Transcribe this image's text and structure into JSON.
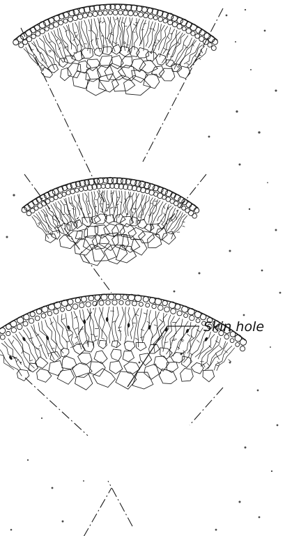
{
  "diagram": {
    "ink_color": "#1a1a1a",
    "background": "#ffffff",
    "sections": [
      {
        "name": "upper-wedge-section",
        "has_skin_holes": false
      },
      {
        "name": "middle-wedge-section",
        "has_skin_holes": false
      },
      {
        "name": "lower-wedge-section",
        "has_skin_holes": true
      }
    ],
    "callout": {
      "label": "Skin hole"
    }
  }
}
